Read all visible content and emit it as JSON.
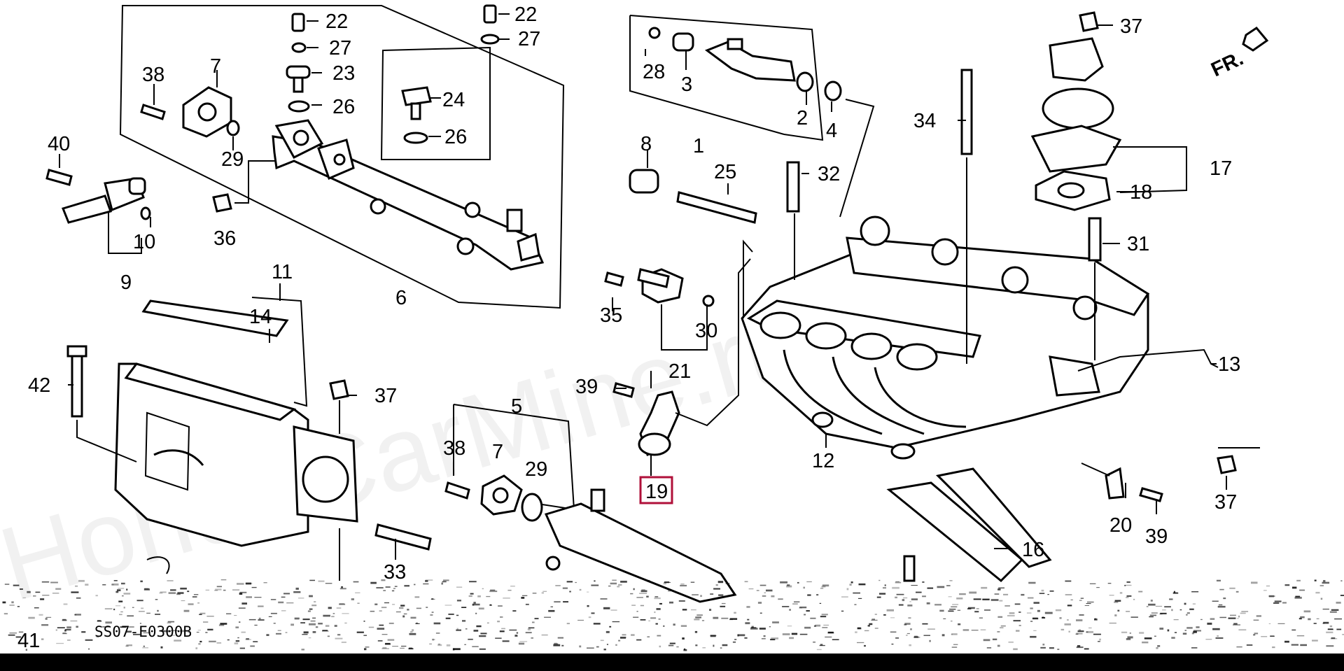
{
  "diagram": {
    "code": "SS07-E0300B",
    "front_marker": "FR.",
    "watermark": "HondaCarMine.ru",
    "highlighted_part": "19",
    "callouts": [
      {
        "id": "c1",
        "label": "1"
      },
      {
        "id": "c2",
        "label": "2"
      },
      {
        "id": "c3",
        "label": "3"
      },
      {
        "id": "c4",
        "label": "4"
      },
      {
        "id": "c5",
        "label": "5"
      },
      {
        "id": "c6",
        "label": "6"
      },
      {
        "id": "c7a",
        "label": "7"
      },
      {
        "id": "c7b",
        "label": "7"
      },
      {
        "id": "c8",
        "label": "8"
      },
      {
        "id": "c9",
        "label": "9"
      },
      {
        "id": "c10",
        "label": "10"
      },
      {
        "id": "c11",
        "label": "11"
      },
      {
        "id": "c12",
        "label": "12"
      },
      {
        "id": "c13",
        "label": "13"
      },
      {
        "id": "c14",
        "label": "14"
      },
      {
        "id": "c16",
        "label": "16"
      },
      {
        "id": "c17",
        "label": "17"
      },
      {
        "id": "c18",
        "label": "18"
      },
      {
        "id": "c19",
        "label": "19"
      },
      {
        "id": "c20",
        "label": "20"
      },
      {
        "id": "c21",
        "label": "21"
      },
      {
        "id": "c22a",
        "label": "22"
      },
      {
        "id": "c22b",
        "label": "22"
      },
      {
        "id": "c23",
        "label": "23"
      },
      {
        "id": "c24",
        "label": "24"
      },
      {
        "id": "c25",
        "label": "25"
      },
      {
        "id": "c26a",
        "label": "26"
      },
      {
        "id": "c26b",
        "label": "26"
      },
      {
        "id": "c27a",
        "label": "27"
      },
      {
        "id": "c27b",
        "label": "27"
      },
      {
        "id": "c28",
        "label": "28"
      },
      {
        "id": "c29a",
        "label": "29"
      },
      {
        "id": "c29b",
        "label": "29"
      },
      {
        "id": "c30",
        "label": "30"
      },
      {
        "id": "c31",
        "label": "31"
      },
      {
        "id": "c32",
        "label": "32"
      },
      {
        "id": "c33",
        "label": "33"
      },
      {
        "id": "c34",
        "label": "34"
      },
      {
        "id": "c35",
        "label": "35"
      },
      {
        "id": "c36",
        "label": "36"
      },
      {
        "id": "c37a",
        "label": "37"
      },
      {
        "id": "c37b",
        "label": "37"
      },
      {
        "id": "c37c",
        "label": "37"
      },
      {
        "id": "c38a",
        "label": "38"
      },
      {
        "id": "c38b",
        "label": "38"
      },
      {
        "id": "c39a",
        "label": "39"
      },
      {
        "id": "c39b",
        "label": "39"
      },
      {
        "id": "c40",
        "label": "40"
      },
      {
        "id": "c41",
        "label": "41"
      },
      {
        "id": "c42",
        "label": "42"
      }
    ]
  }
}
